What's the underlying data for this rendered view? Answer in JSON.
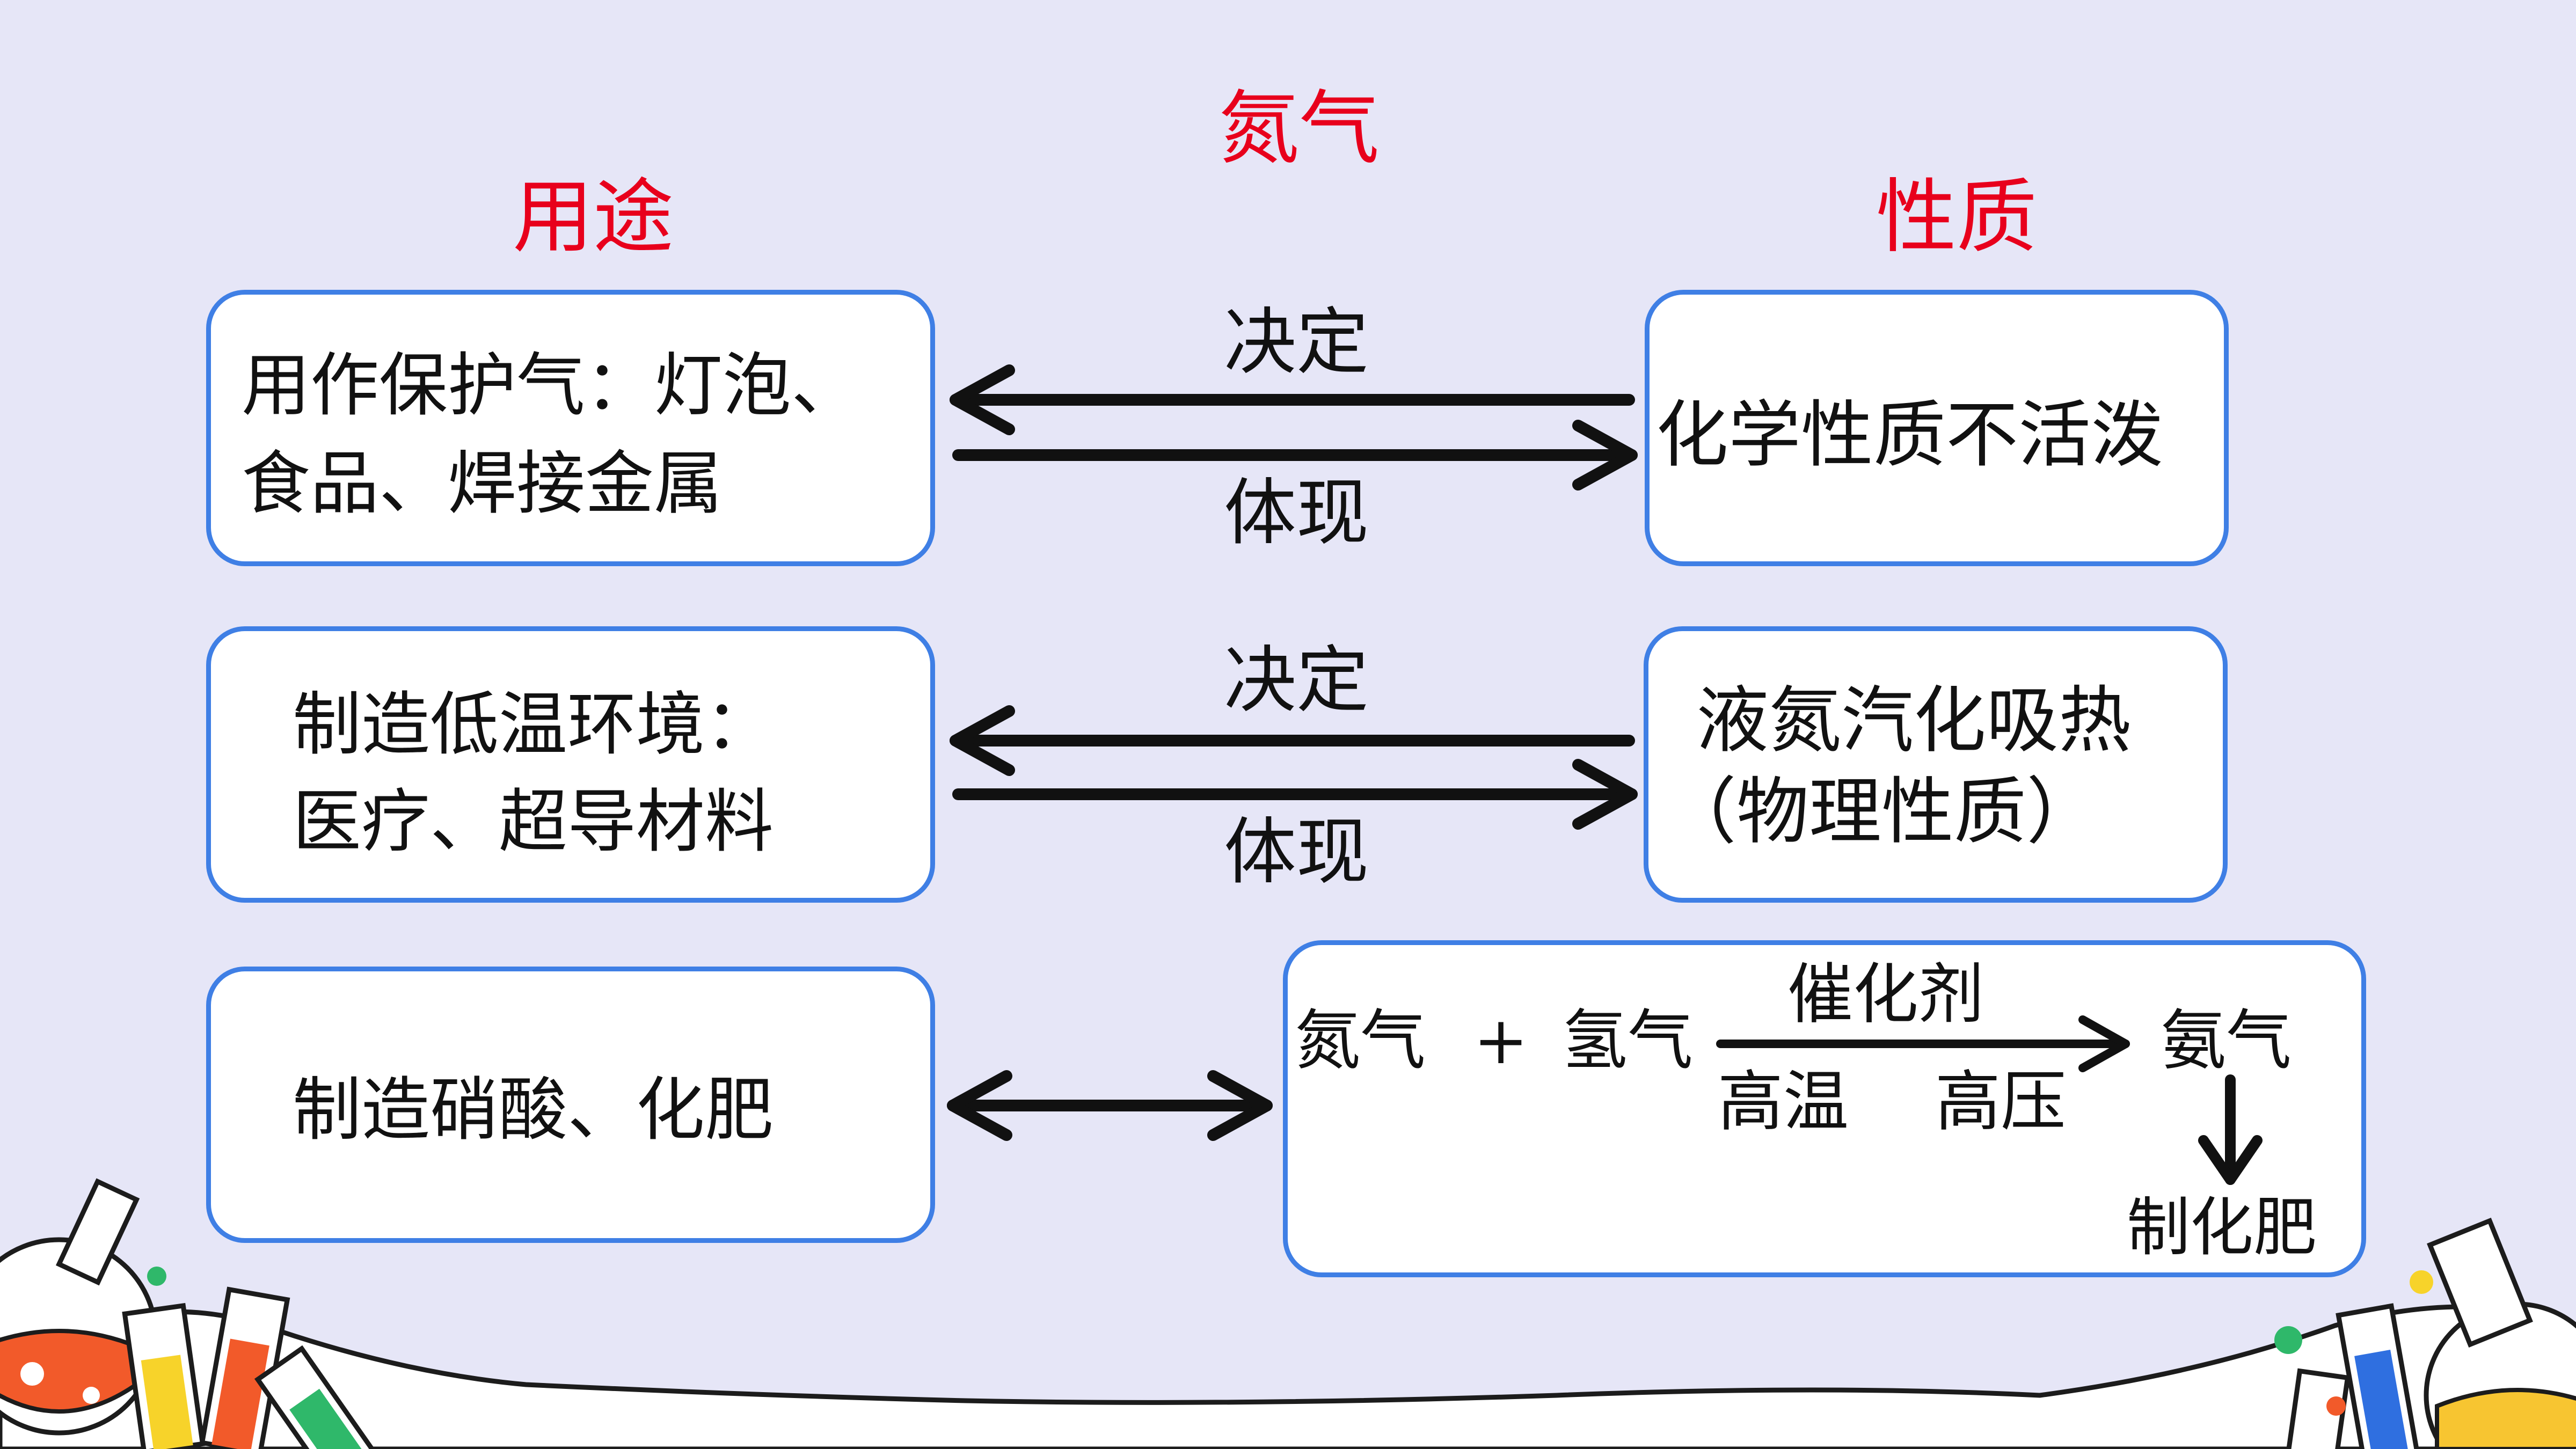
{
  "title": "氮气",
  "headers": {
    "uses": "用途",
    "properties": "性质"
  },
  "rows": [
    {
      "use_lines": [
        "用作保护气：灯泡、",
        "食品、焊接金属"
      ],
      "arrow_top_label": "决定",
      "arrow_bottom_label": "体现",
      "property_lines": [
        "化学性质不活泼"
      ]
    },
    {
      "use_lines": [
        "制造低温环境：",
        "医疗、超导材料"
      ],
      "arrow_top_label": "决定",
      "arrow_bottom_label": "体现",
      "property_lines": [
        "液氮汽化吸热",
        "（物理性质）"
      ]
    }
  ],
  "row3": {
    "use": "制造硝酸、化肥",
    "reaction": {
      "reactant1": "氮气",
      "plus": "+",
      "reactant2": "氢气",
      "catalyst": "催化剂",
      "condition1": "高温",
      "condition2": "高压",
      "product": "氨气",
      "downstream": "制化肥"
    }
  },
  "colors": {
    "accent_red": "#e8001c",
    "box_border": "#3f7fe5",
    "background": "#e6e6f7"
  },
  "decorations": [
    "chemistry-flasks-left",
    "chemistry-flasks-right",
    "cloud-border-bottom"
  ]
}
